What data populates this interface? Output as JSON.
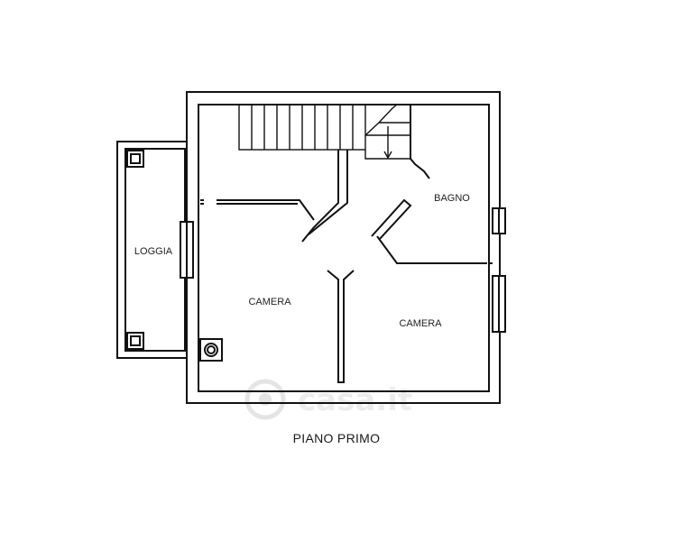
{
  "plan": {
    "rooms": {
      "loggia": "LOGGIA",
      "bagno": "BAGNO",
      "camera_left": "CAMERA",
      "camera_right": "CAMERA"
    },
    "caption": "PIANO PRIMO"
  },
  "watermark": {
    "text": "casa.it"
  }
}
